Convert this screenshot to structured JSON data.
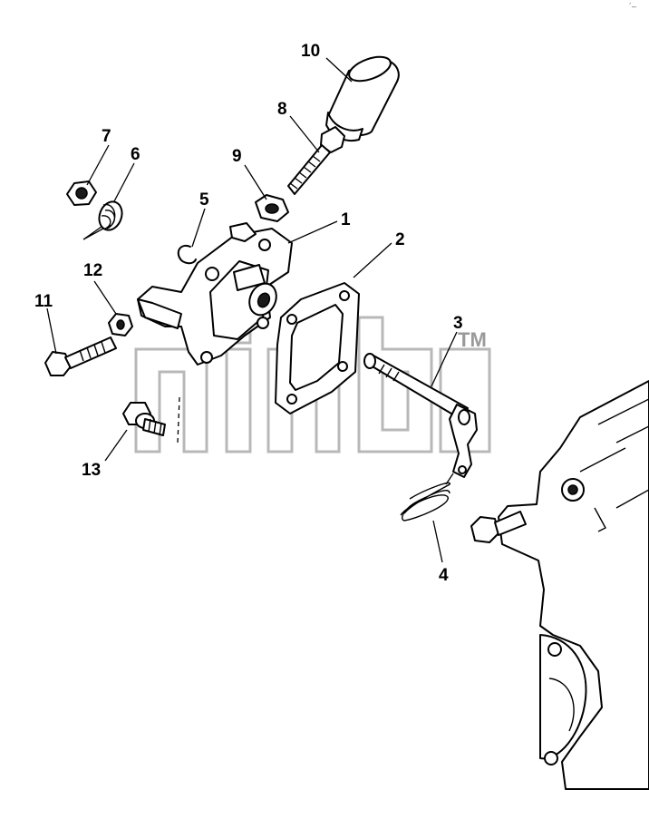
{
  "callouts": {
    "c1": "1",
    "c2": "2",
    "c3": "3",
    "c4": "4",
    "c5": "5",
    "c6": "6",
    "c7": "7",
    "c8": "8",
    "c9": "9",
    "c10": "10",
    "c11": "11",
    "c12": "12",
    "c13": "13"
  },
  "watermark": {
    "tm": "TM"
  },
  "corner_mark": "´–"
}
